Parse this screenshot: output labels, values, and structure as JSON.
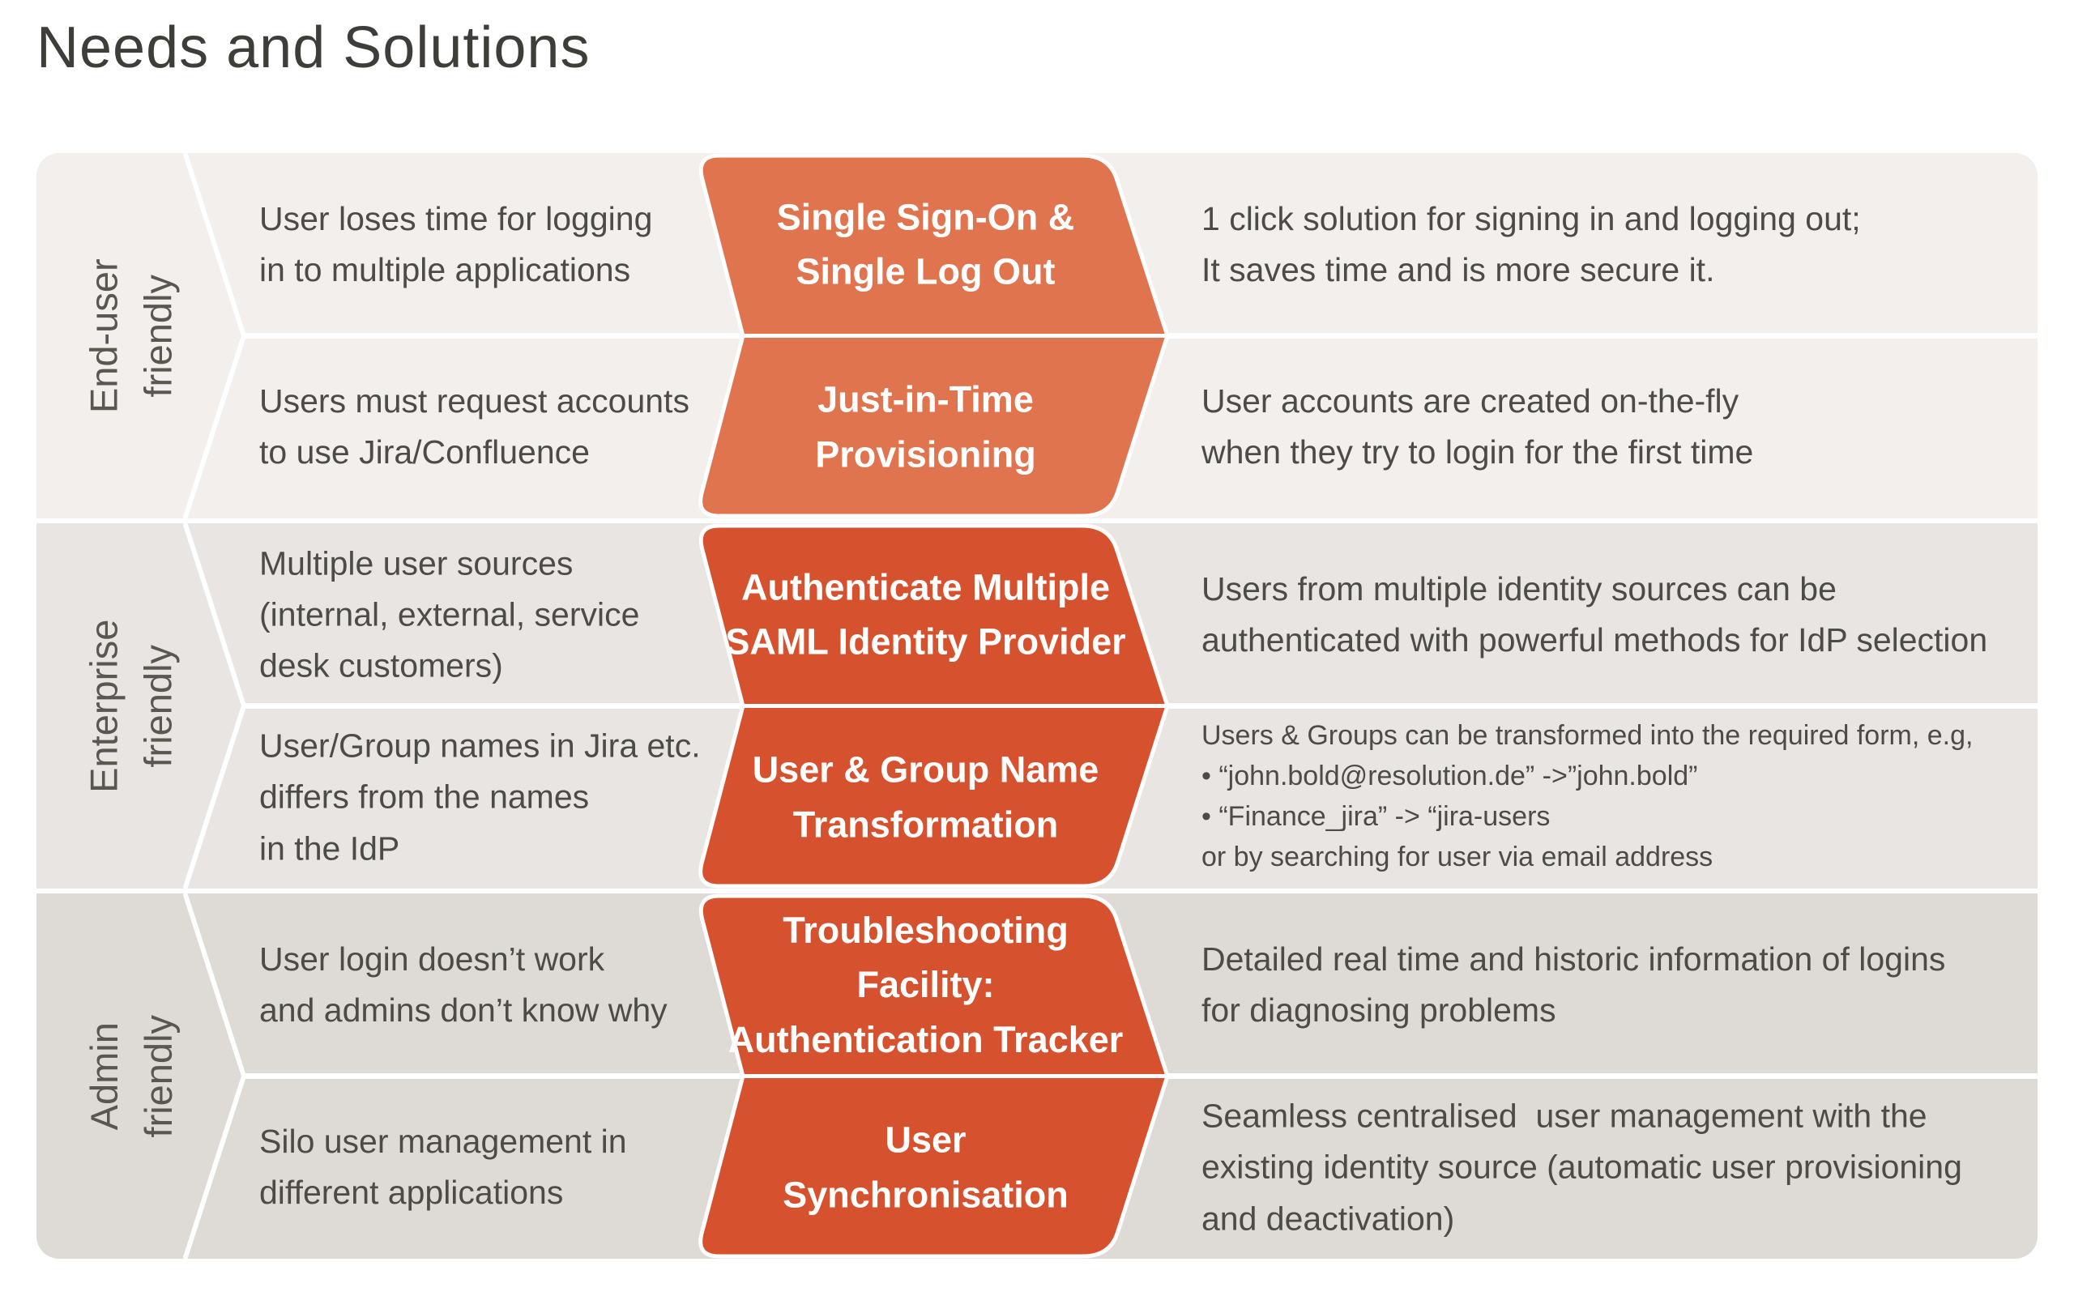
{
  "title": "Needs and Solutions",
  "colors": {
    "chevron_light": "#df744e",
    "chevron_dark": "#d6512d",
    "band_bg_1": "#f2efec",
    "band_bg_2": "#e8e5e2",
    "band_bg_3": "#dedad6",
    "body_text": "#4d4b46",
    "label_text": "#5a5751",
    "solution_text": "#ffffff"
  },
  "bands": [
    {
      "label": "End-user\nfriendly",
      "rows": [
        {
          "need": "User loses time for logging\nin to multiple applications",
          "solution": "Single Sign-On &\nSingle Log Out",
          "description": "1 click solution for signing in and logging out;\nIt saves time and is more secure it."
        },
        {
          "need": "Users must request accounts\nto use Jira/Confluence",
          "solution": "Just-in-Time\nProvisioning",
          "description": "User accounts are created on-the-fly\nwhen they try to login for the first time"
        }
      ]
    },
    {
      "label": "Enterprise\nfriendly",
      "rows": [
        {
          "need": "Multiple user sources\n(internal, external, service\ndesk customers)",
          "solution": "Authenticate Multiple\nSAML Identity Provider",
          "description": "Users from multiple identity sources can be\nauthenticated with powerful methods for IdP selection"
        },
        {
          "need": "User/Group names in Jira etc.\ndiffers from the names\nin the IdP",
          "solution": "User & Group Name\nTransformation",
          "description": "Users & Groups can be transformed into the required form, e.g,\n• “john.bold@resolution.de” ->”john.bold”\n• “Finance_jira” -> “jira-users\nor by searching for user via email address"
        }
      ]
    },
    {
      "label": "Admin\nfriendly",
      "rows": [
        {
          "need": "User login doesn’t work\nand admins don’t know why",
          "solution": "Troubleshooting Facility:\nAuthentication Tracker",
          "description": "Detailed real time and historic information of logins\nfor diagnosing problems"
        },
        {
          "need": "Silo user management in\ndifferent applications",
          "solution": "User\nSynchronisation",
          "description": "Seamless centralised  user management with the\nexisting identity source (automatic user provisioning\nand deactivation)"
        }
      ]
    }
  ]
}
